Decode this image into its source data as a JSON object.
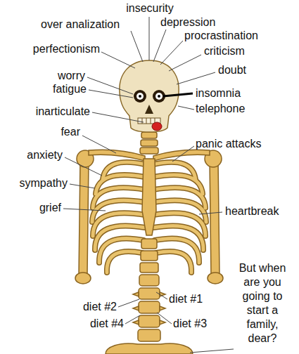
{
  "diagram": {
    "labels": [
      "insecurity",
      "over analization",
      "depression",
      "procrastination",
      "perfectionism",
      "criticism",
      "doubt",
      "worry",
      "fatigue",
      "insomnia",
      "telephone",
      "inarticulate",
      "fear",
      "panic attacks",
      "anxiety",
      "sympathy",
      "grief",
      "heartbreak",
      "But when are you going to start a family, dear?",
      "diet #1",
      "diet #2",
      "diet #4",
      "diet #3"
    ]
  }
}
